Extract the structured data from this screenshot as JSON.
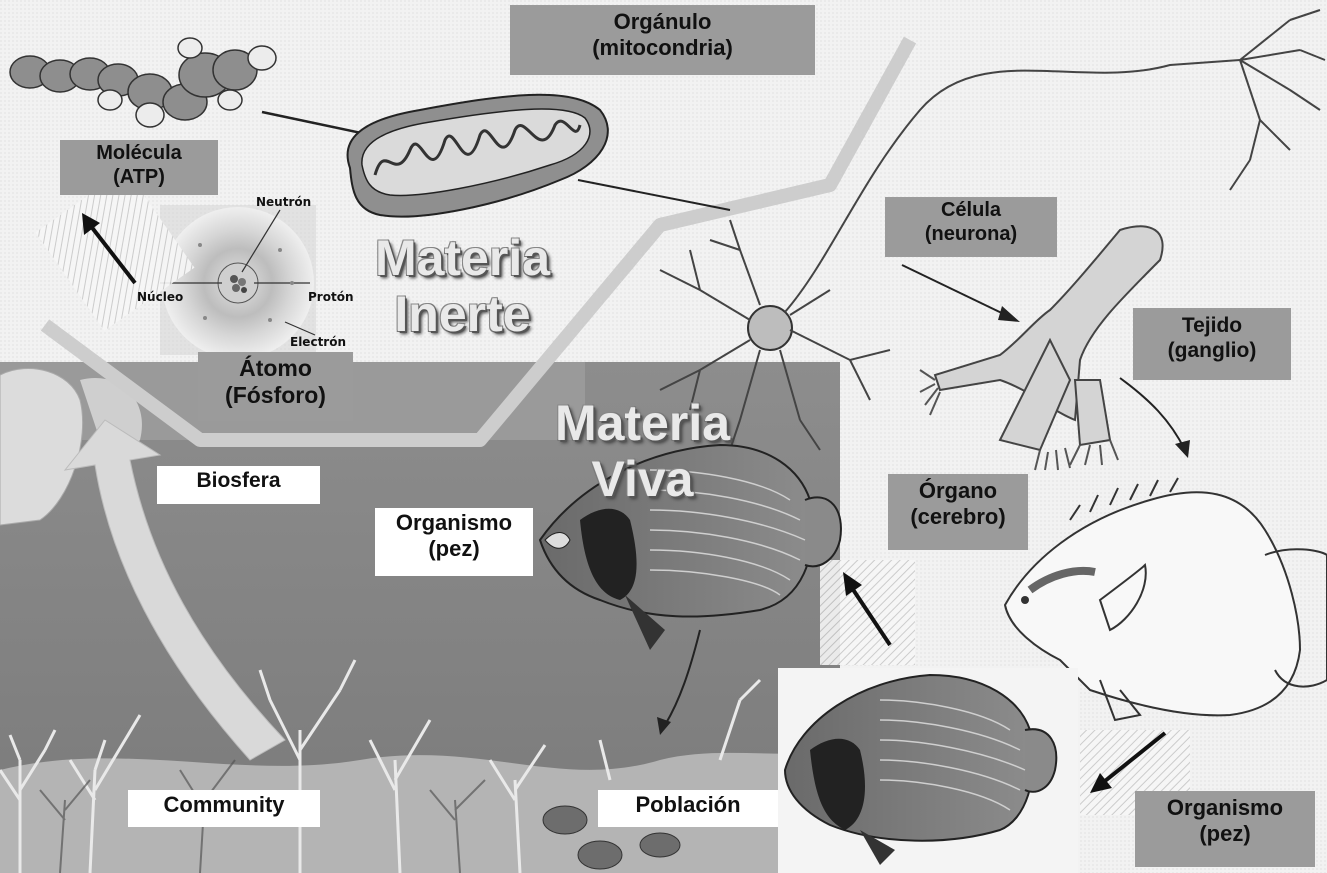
{
  "labels": {
    "organulo": "Orgánulo\n(mitocondria)",
    "molecula": "Molécula\n(ATP)",
    "atomo": "Átomo\n(Fósforo)",
    "celula": "Célula\n(neurona)",
    "tejido": "Tejido\n(ganglio)",
    "organo": "Órgano\n(cerebro)",
    "organismo_right": "Organismo\n(pez)",
    "organismo_center": "Organismo\n(pez)",
    "biosfera": "Biosfera",
    "community": "Community",
    "poblacion": "Población"
  },
  "atom_parts": {
    "neutron": "Neutrón",
    "nucleus": "Núcleo",
    "proton": "Protón",
    "electron": "Electrón"
  },
  "headings": {
    "inert": "Materia\nInerte",
    "living": "Materia\nViva"
  },
  "colors": {
    "gray_label": "#9b9b9b",
    "sea": "#8a8a8a",
    "divider": "#cfcfcf"
  }
}
